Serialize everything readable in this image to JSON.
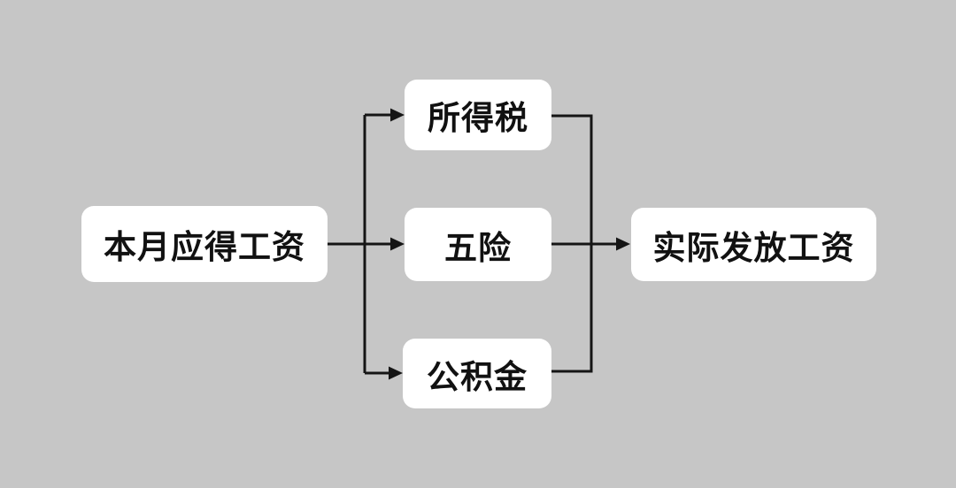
{
  "diagram": {
    "title": "salary-deduction-flowchart",
    "colors": {
      "background": "#c6c6c6",
      "node_fill": "#ffffff",
      "line": "#151515",
      "text": "#111111"
    },
    "nodes": {
      "source": {
        "label": "本月应得工资"
      },
      "tax": {
        "label": "所得税"
      },
      "insurance": {
        "label": "五险"
      },
      "fund": {
        "label": "公积金"
      },
      "result": {
        "label": "实际发放工资"
      }
    },
    "edges": [
      {
        "from": "source",
        "to": "tax"
      },
      {
        "from": "source",
        "to": "insurance"
      },
      {
        "from": "source",
        "to": "fund"
      },
      {
        "from": "tax",
        "to": "result"
      },
      {
        "from": "insurance",
        "to": "result"
      },
      {
        "from": "fund",
        "to": "result"
      }
    ]
  }
}
